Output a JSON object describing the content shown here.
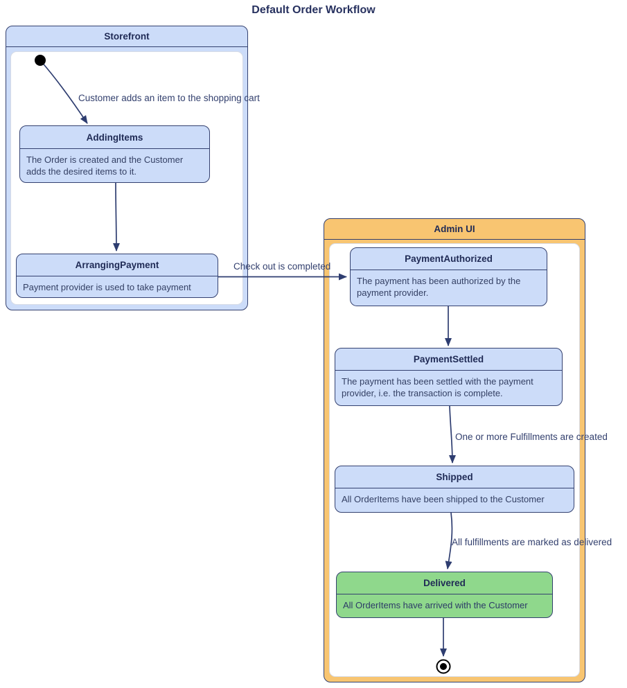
{
  "diagram": {
    "title": "Default Order Workflow",
    "composites": {
      "storefront": {
        "label": "Storefront"
      },
      "admin_ui": {
        "label": "Admin UI"
      }
    },
    "states": {
      "adding_items": {
        "name": "AddingItems",
        "description": "The Order is created and the Customer adds the desired items to it."
      },
      "arranging_payment": {
        "name": "ArrangingPayment",
        "description": "Payment provider is used to take payment"
      },
      "payment_authorized": {
        "name": "PaymentAuthorized",
        "description": "The payment has been authorized by the payment provider."
      },
      "payment_settled": {
        "name": "PaymentSettled",
        "description": "The payment has been settled with the payment provider, i.e. the transaction is complete."
      },
      "shipped": {
        "name": "Shipped",
        "description": "All OrderItems have been shipped to the Customer"
      },
      "delivered": {
        "name": "Delivered",
        "description": "All OrderItems have arrived with the Customer"
      }
    },
    "transitions": {
      "start_to_adding": {
        "label": "Customer adds an item to the shopping cart"
      },
      "arranging_to_authorized": {
        "label": "Check out is completed"
      },
      "settled_to_shipped": {
        "label": "One or more Fulfillments are created"
      },
      "shipped_to_delivered": {
        "label": "All fulfillments are marked as delivered"
      }
    },
    "colors": {
      "state_fill": "#ccdcf9",
      "storefront_header_fill": "#ccdcf9",
      "admin_header_fill": "#f8c571",
      "delivered_fill": "#8fd88c",
      "border": "#33406f",
      "edge": "#2e3d70",
      "title_text": "#27315f",
      "body_text": "#333f63"
    }
  }
}
